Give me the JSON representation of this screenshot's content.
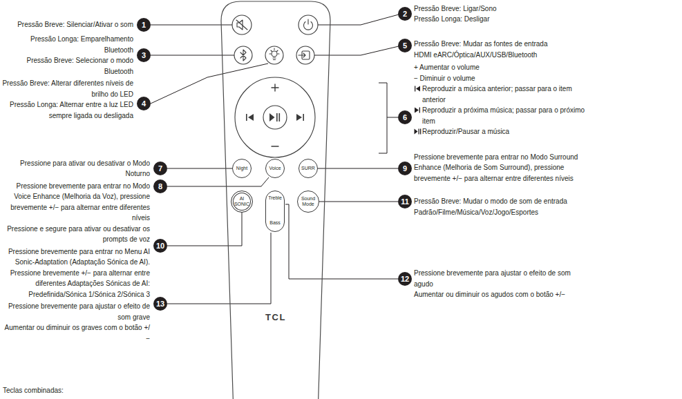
{
  "diagram": {
    "nodes": [
      {
        "text": [
          "TCL"
        ]
      },
      {
        "text": [
          "Night"
        ],
        "in": 0
      },
      {
        "text": [
          "Voice"
        ],
        "in": 0
      },
      {
        "text": [
          "SURR"
        ],
        "in": 0
      },
      {
        "text": [
          "AI SONIC"
        ],
        "in": 0
      },
      {
        "text": [
          "Treble",
          "Bass"
        ],
        "in": 0
      },
      {
        "text": [
          "Sound Mode"
        ],
        "in": 0
      }
    ],
    "labels": [
      "1",
      "Pressão Breve: Silenciar/Ativar o som",
      "2",
      "Pressão Breve: Ligar/Sono",
      "Pressão Longa: Desligar",
      "3",
      "Pressão Longa: Emparelhamento Bluetooth",
      "Pressão Breve: Selecionar o modo Bluetooth",
      "4",
      "Pressão Breve: Alterar diferentes níveis de brilho do LED",
      "Pressão Longa: Alternar entre a luz LED sempre ligada ou desligada",
      "5",
      "Pressão Breve: Mudar as fontes de entrada",
      "HDMI eARC/Óptica/AUX/USB/Bluetooth",
      "6",
      "+ Aumentar o volume",
      "− Diminuir o volume",
      "Reproduzir a música anterior; passar para o item anterior",
      "Reproduzir a próxima música; passar para o próximo item",
      "Reproduzir/Pausar a música",
      "7",
      "Pressione para ativar ou desativar o Modo Noturno",
      "8",
      "Pressione brevemente para entrar no Modo Voice Enhance (Melhoria da Voz), pressione brevemente +/− para alternar entre diferentes níveis",
      "Pressione e segure para ativar ou desativar os prompts de voz",
      "9",
      "Pressione brevemente para entrar no Modo Surround Enhance (Melhoria de Som Surround), pressione brevemente +/− para alternar entre diferentes níveis",
      "10",
      "Pressione brevemente para entrar no Menu AI Sonic-Adaptation (Adaptação Sónica de AI).",
      "Pressione brevemente +/− para alternar entre diferentes Adaptações Sónicas de AI: Predefinida/Sónica 1/Sónica 2/Sónica 3",
      "11",
      "Pressão Breve: Mudar o modo de som de entrada",
      "Padrão/Filme/Música/Voz/Jogo/Esportes",
      "12",
      "Pressione brevemente para ajustar o efeito de som agudo",
      "Aumentar ou diminuir os agudos com o botão +/−",
      "13",
      "Pressione brevemente para ajustar o efeito de som grave",
      "Aumentar ou diminuir os graves com o botão +/−",
      "Teclas combinadas:"
    ]
  }
}
